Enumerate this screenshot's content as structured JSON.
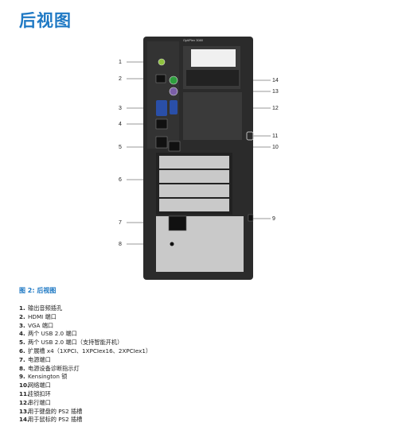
{
  "page": {
    "title": "后视图",
    "caption": "图 2: 后视图"
  },
  "figure": {
    "brand_label": "OptiPlex 3080",
    "callouts": [
      "1",
      "2",
      "3",
      "4",
      "5",
      "6",
      "7",
      "8",
      "9",
      "10",
      "11",
      "12",
      "13",
      "14"
    ]
  },
  "legend": [
    {
      "num": "1.",
      "text": "输出音频插孔"
    },
    {
      "num": "2.",
      "text": "HDMI 端口"
    },
    {
      "num": "3.",
      "text": "VGA 端口"
    },
    {
      "num": "4.",
      "text": "两个 USB 2.0 端口"
    },
    {
      "num": "5.",
      "text": "两个 USB 2.0 端口（支持智能开机）"
    },
    {
      "num": "6.",
      "text": "扩展槽 x4（1XPCI、1XPCIex16、2XPCIex1）"
    },
    {
      "num": "7.",
      "text": "电源端口"
    },
    {
      "num": "8.",
      "text": "电源设备诊断指示灯"
    },
    {
      "num": "9.",
      "text": "Kensington 锁"
    },
    {
      "num": "10.",
      "text": "网络端口"
    },
    {
      "num": "11.",
      "text": "挂锁扣环"
    },
    {
      "num": "12.",
      "text": "串行端口"
    },
    {
      "num": "13.",
      "text": "用于键盘的 PS2 插槽"
    },
    {
      "num": "14.",
      "text": "用于鼠标的 PS2 插槽"
    }
  ],
  "colors": {
    "accent": "#1f79c4",
    "chassis": "#2b2b2b",
    "panel": "#3a3a3a",
    "metal": "#c9c9c9",
    "ps2_mouse": "#2e9e3e",
    "ps2_keyboard": "#7b5ea7",
    "vga": "#2a4fa8",
    "audio": "#8fc23f"
  }
}
